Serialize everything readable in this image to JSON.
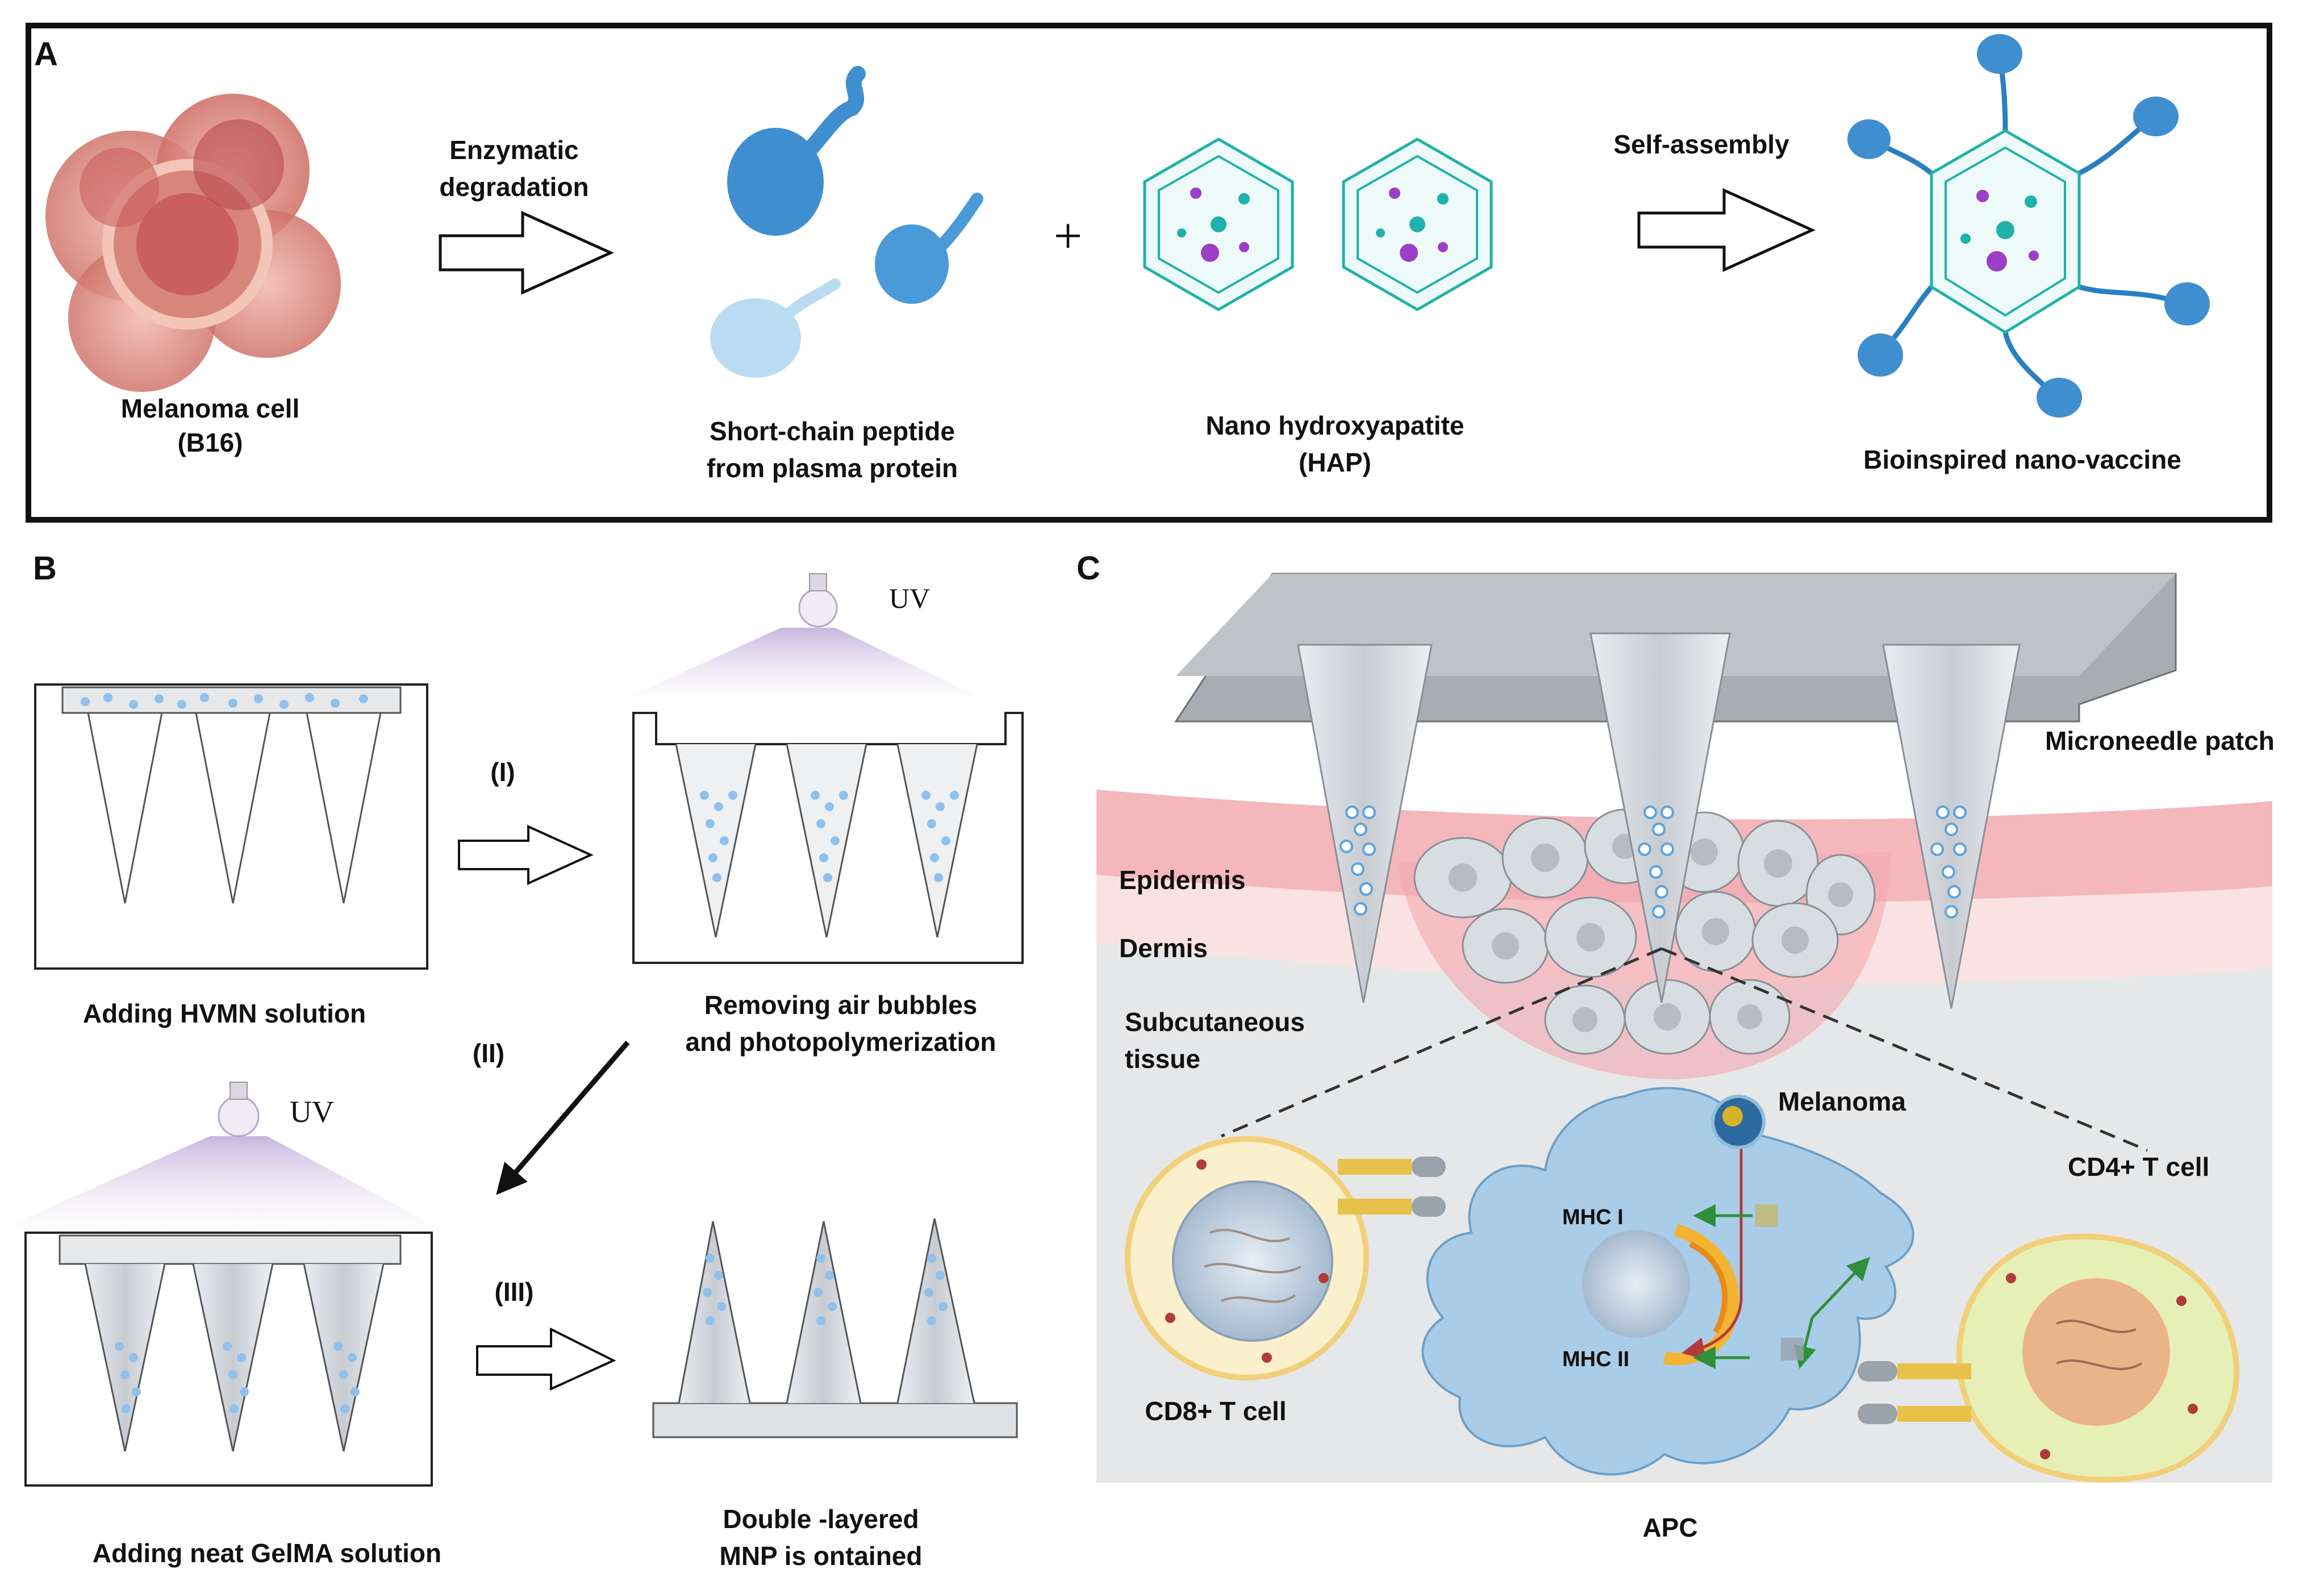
{
  "colors": {
    "frame": "#111111",
    "cell_red": "#d9867a",
    "peptide_blue": "#3f8fd0",
    "hap_teal": "#1fb2aa",
    "hap_purple": "#9b3fc6",
    "needle_grey": "#c9ced3",
    "dots_blue": "#8ec1ee",
    "epidermis_pink": "#f4b7bc",
    "dermis_pink": "#fbe2e2",
    "tissue_grey": "#e6e7e8",
    "apc_blue": "#a9cde9",
    "tcell_yellow": "#fbf0cc",
    "tcell_green": "#e6f0b6",
    "uv_purple": "#c7b3de"
  },
  "panel_a": {
    "letter": "A",
    "melanoma_label_1": "Melanoma cell",
    "melanoma_label_2": "(B16)",
    "arrow1_label_1": "Enzymatic",
    "arrow1_label_2": "degradation",
    "peptide_label_1": "Short-chain peptide",
    "peptide_label_2": "from plasma protein",
    "plus": "+",
    "hap_label_1": "Nano hydroxyapatite",
    "hap_label_2": "(HAP)",
    "arrow2_label": "Self-assembly",
    "vaccine_label": "Bioinspired nano-vaccine"
  },
  "panel_b": {
    "letter": "B",
    "uv_label": "UV",
    "step1_label": "Adding HVMN solution",
    "arrow_i": "(I)",
    "step2_label_1": "Removing air bubbles",
    "step2_label_2": "and photopolymerization",
    "arrow_ii": "(II)",
    "step3_label": "Adding neat GelMA solution",
    "arrow_iii": "(III)",
    "step4_label_1": "Double -layered",
    "step4_label_2": "MNP is ontained"
  },
  "panel_c": {
    "letter": "C",
    "patch_label": "Microneedle patch",
    "epidermis": "Epidermis",
    "dermis": "Dermis",
    "subcutaneous_1": "Subcutaneous",
    "subcutaneous_2": "tissue",
    "melanoma": "Melanoma",
    "cd4": "CD4+ T cell",
    "cd8": "CD8+ T cell",
    "mhc1": "MHC I",
    "mhc2": "MHC II",
    "apc": "APC"
  }
}
